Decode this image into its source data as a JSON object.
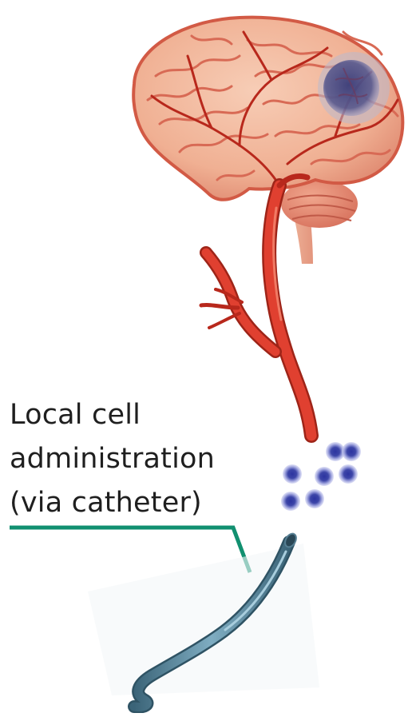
{
  "diagram": {
    "label_lines": [
      "Local cell",
      "administration",
      "(via catheter)"
    ],
    "colors": {
      "artery": "#e04030",
      "artery_dark": "#b8281c",
      "brain_tissue": "#f2b79b",
      "brain_shadow": "#d98470",
      "cerebellum": "#e89880",
      "tumor": "#3e3f78",
      "cells": "#3d46a8",
      "cell_halo": "#b9bde8",
      "catheter": "#5f8ea6",
      "catheter_dark": "#3b6478",
      "leader_line": "#119070"
    },
    "icons": [
      "brain-illustration",
      "tumor-mass",
      "artery-tree",
      "stem-cell-cluster",
      "catheter-icon"
    ]
  }
}
